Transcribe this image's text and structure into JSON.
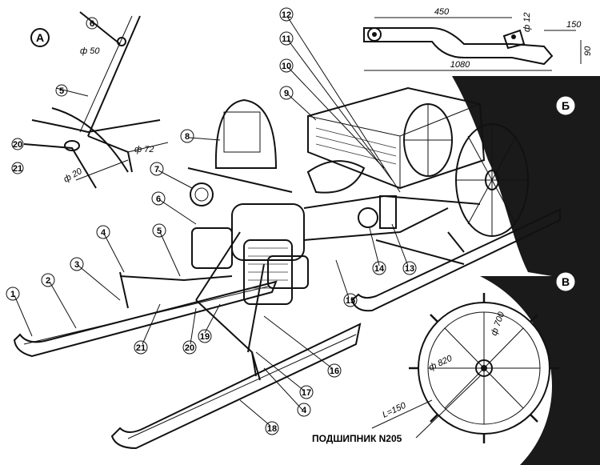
{
  "sections": {
    "a": "А",
    "b": "Б",
    "v": "В"
  },
  "callouts": [
    "1",
    "2",
    "3",
    "4",
    "5",
    "6",
    "7",
    "8",
    "9",
    "10",
    "11",
    "12",
    "13",
    "14",
    "15",
    "16",
    "17",
    "18",
    "19",
    "20",
    "21"
  ],
  "detail_a": {
    "callouts": [
      "6",
      "5",
      "20",
      "21"
    ],
    "dim_50": "ф 50",
    "dim_72": "ф 72",
    "dim_20": "ф 20"
  },
  "detail_b": {
    "dim_450": "450",
    "dim_1080": "1080",
    "dim_12": "ф 12",
    "dim_150": "150",
    "dim_90": "90"
  },
  "detail_v": {
    "dim_700": "ф 700",
    "dim_820": "ф 820",
    "dim_l150": "L=150",
    "bearing": "ПОДШИПНИК N205"
  },
  "colors": {
    "ink": "#111111",
    "dark_panel": "#1a1a1a",
    "paper": "#ffffff"
  }
}
